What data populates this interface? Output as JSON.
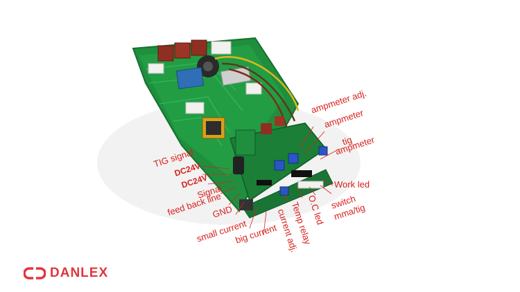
{
  "labels": {
    "ampmeter_adj": "ampmeter adj.",
    "ampmeter": "ampmeter",
    "tig_ampmeter_1": "tig",
    "tig_ampmeter_2": "ampmeter",
    "tig_signal": "TIG signal",
    "dc24v_1": "DC24V",
    "dc24v_2": "DC24V",
    "signal": "Signal",
    "feed_back_line": "feed back line",
    "gnd": "GND",
    "small_current": "small current",
    "big_current": "big current",
    "current_adj": "current adj.",
    "temp_relay": "Temp relay",
    "oc_led": "O.C led",
    "switch_1": "switch",
    "switch_2": "mma/tig",
    "work_led": "Work led"
  },
  "brand": {
    "name": "DANLEX",
    "color": "#e2343b"
  },
  "colors": {
    "label": "#d8201c",
    "pcb": "#1f8f3e"
  }
}
